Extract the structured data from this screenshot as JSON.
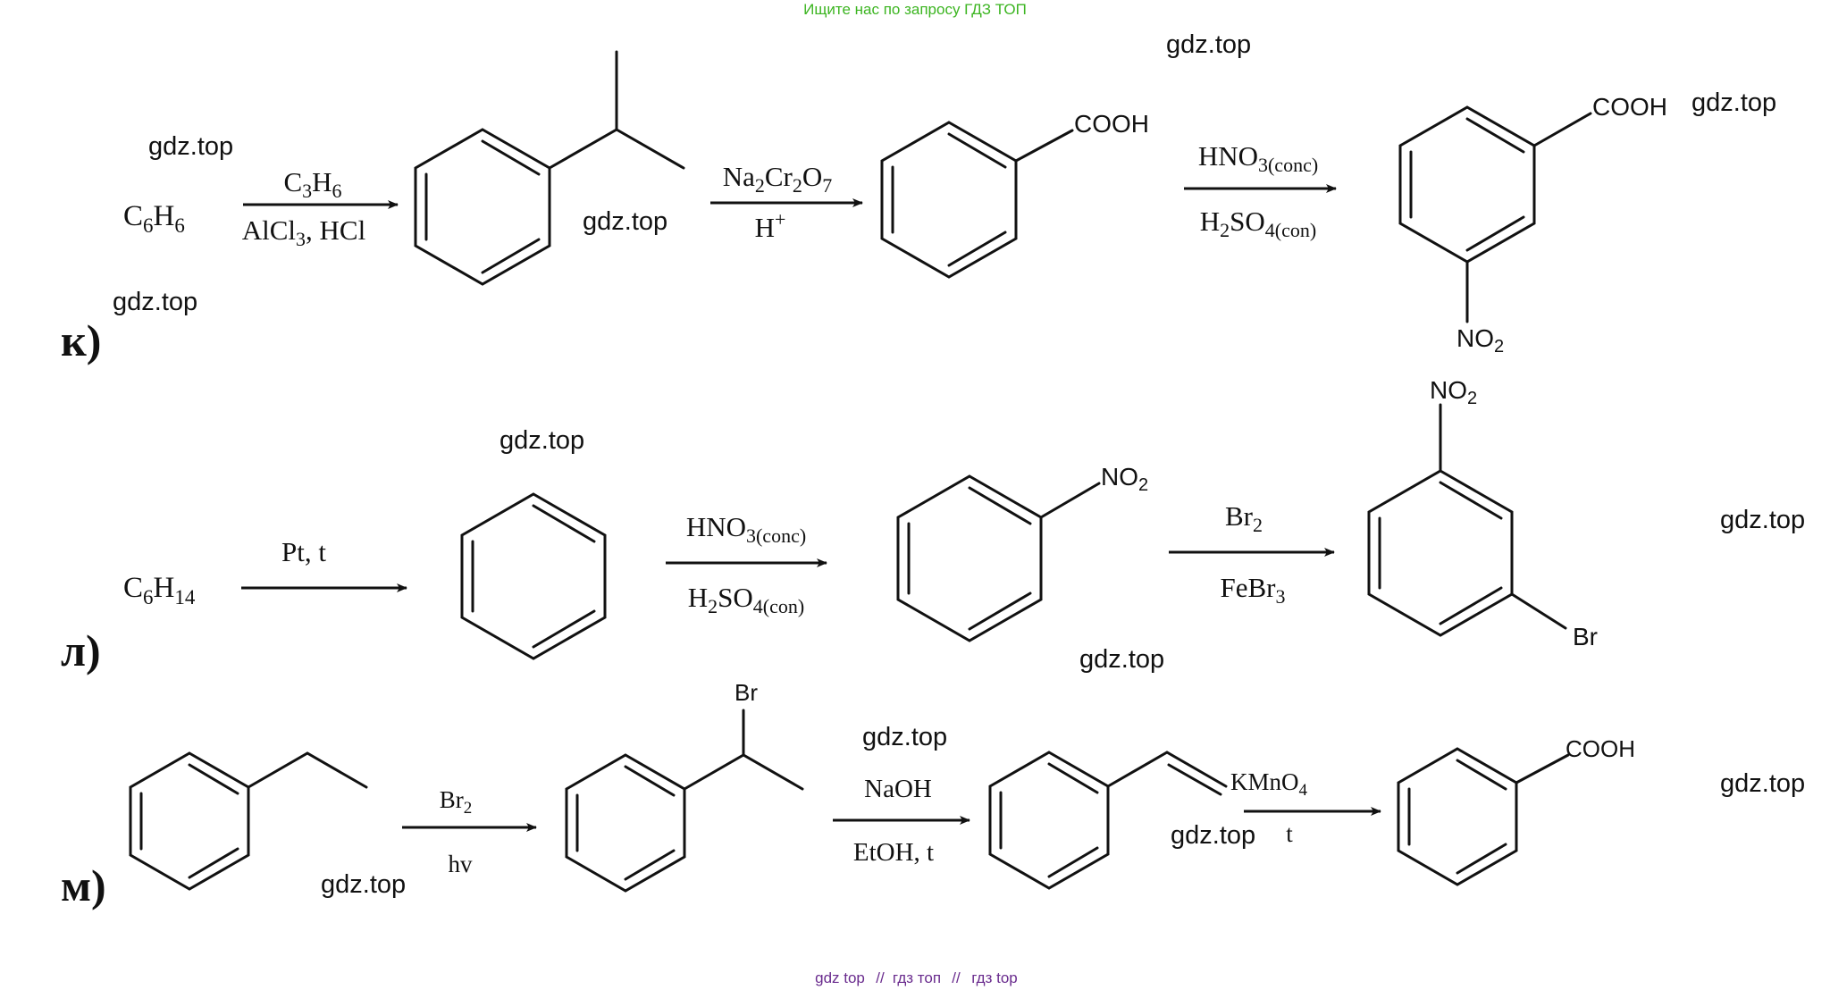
{
  "header": {
    "search_hint": "Ищите нас по запросу ГДЗ ТОП"
  },
  "footer": {
    "links": [
      "gdz top",
      "гдз топ",
      "гдз top"
    ],
    "separator": "//"
  },
  "watermark": "gdz.top",
  "colors": {
    "header_text": "#3cb521",
    "footer_text": "#6a2c8e",
    "ink": "#111111"
  },
  "reactions": {
    "k": {
      "label": "к)",
      "start": {
        "base": "C",
        "s1": "6",
        "mid": "H",
        "s2": "6"
      },
      "step1": {
        "top": {
          "a": "C",
          "s1": "3",
          "b": "H",
          "s2": "6"
        },
        "bottom": {
          "a": "AlCl",
          "s1": "3",
          "b": ", HCl"
        }
      },
      "step2": {
        "top": {
          "a": "Na",
          "s1": "2",
          "b": "Cr",
          "s2": "2",
          "c": "O",
          "s3": "7"
        },
        "bottom": {
          "a": "H",
          "sup": "+"
        }
      },
      "step3": {
        "top": {
          "a": "HNO",
          "s1": "3(conc)"
        },
        "bottom": {
          "a": "H",
          "s1": "2",
          "b": "SO",
          "s2": "4(con)"
        }
      },
      "groups": {
        "cooh_1": "COOH",
        "cooh_2": "COOH",
        "no2": {
          "a": "NO",
          "s": "2"
        }
      }
    },
    "l": {
      "label": "л)",
      "start": {
        "base": "C",
        "s1": "6",
        "mid": "H",
        "s2": "14"
      },
      "step1": {
        "top": "Pt, t"
      },
      "step2": {
        "top": {
          "a": "HNO",
          "s1": "3(conc)"
        },
        "bottom": {
          "a": "H",
          "s1": "2",
          "b": "SO",
          "s2": "4(con)"
        }
      },
      "step3": {
        "top": {
          "a": "Br",
          "s1": "2"
        },
        "bottom": {
          "a": "FeBr",
          "s1": "3"
        }
      },
      "groups": {
        "no2_1": {
          "a": "NO",
          "s": "2"
        },
        "no2_2": {
          "a": "NO",
          "s": "2"
        },
        "br": "Br"
      }
    },
    "m": {
      "label": "м)",
      "step1": {
        "top": {
          "a": "Br",
          "s1": "2"
        },
        "bottom": "hv"
      },
      "step2": {
        "top": "NaOH",
        "bottom": "EtOH, t"
      },
      "step3": {
        "top": {
          "a": "KMnO",
          "s1": "4"
        },
        "bottom": "t"
      },
      "groups": {
        "br": "Br",
        "cooh": "COOH"
      }
    }
  }
}
